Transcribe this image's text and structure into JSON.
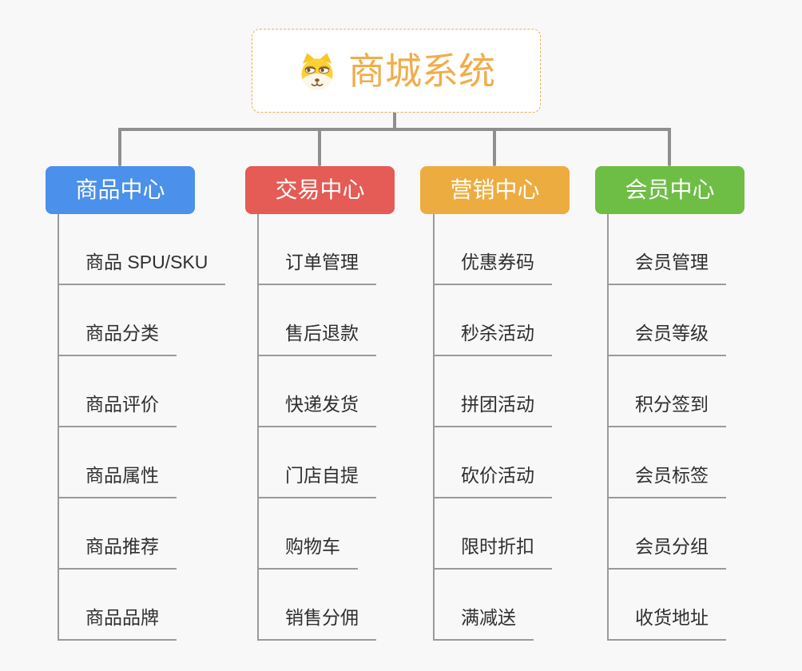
{
  "root": {
    "title": "商城系统",
    "icon": "shiba-dog-icon"
  },
  "branches": [
    {
      "label": "商品中心",
      "color": "#4b90ea",
      "children": [
        "商品 SPU/SKU",
        "商品分类",
        "商品评价",
        "商品属性",
        "商品推荐",
        "商品品牌"
      ]
    },
    {
      "label": "交易中心",
      "color": "#e45c55",
      "children": [
        "订单管理",
        "售后退款",
        "快递发货",
        "门店自提",
        "购物车",
        "销售分佣"
      ]
    },
    {
      "label": "营销中心",
      "color": "#edac40",
      "children": [
        "优惠券码",
        "秒杀活动",
        "拼团活动",
        "砍价活动",
        "限时折扣",
        "满减送"
      ]
    },
    {
      "label": "会员中心",
      "color": "#6ebe45",
      "children": [
        "会员管理",
        "会员等级",
        "积分签到",
        "会员标签",
        "会员分组",
        "收货地址"
      ]
    }
  ],
  "styles": {
    "background": "#f8f8f8",
    "connector_color": "#8f8f8f",
    "leaf_line_color": "#9a9a9a",
    "leaf_text_color": "#2f2f2f",
    "root_border_color": "#f0b254",
    "root_text_color": "#efad4b"
  }
}
